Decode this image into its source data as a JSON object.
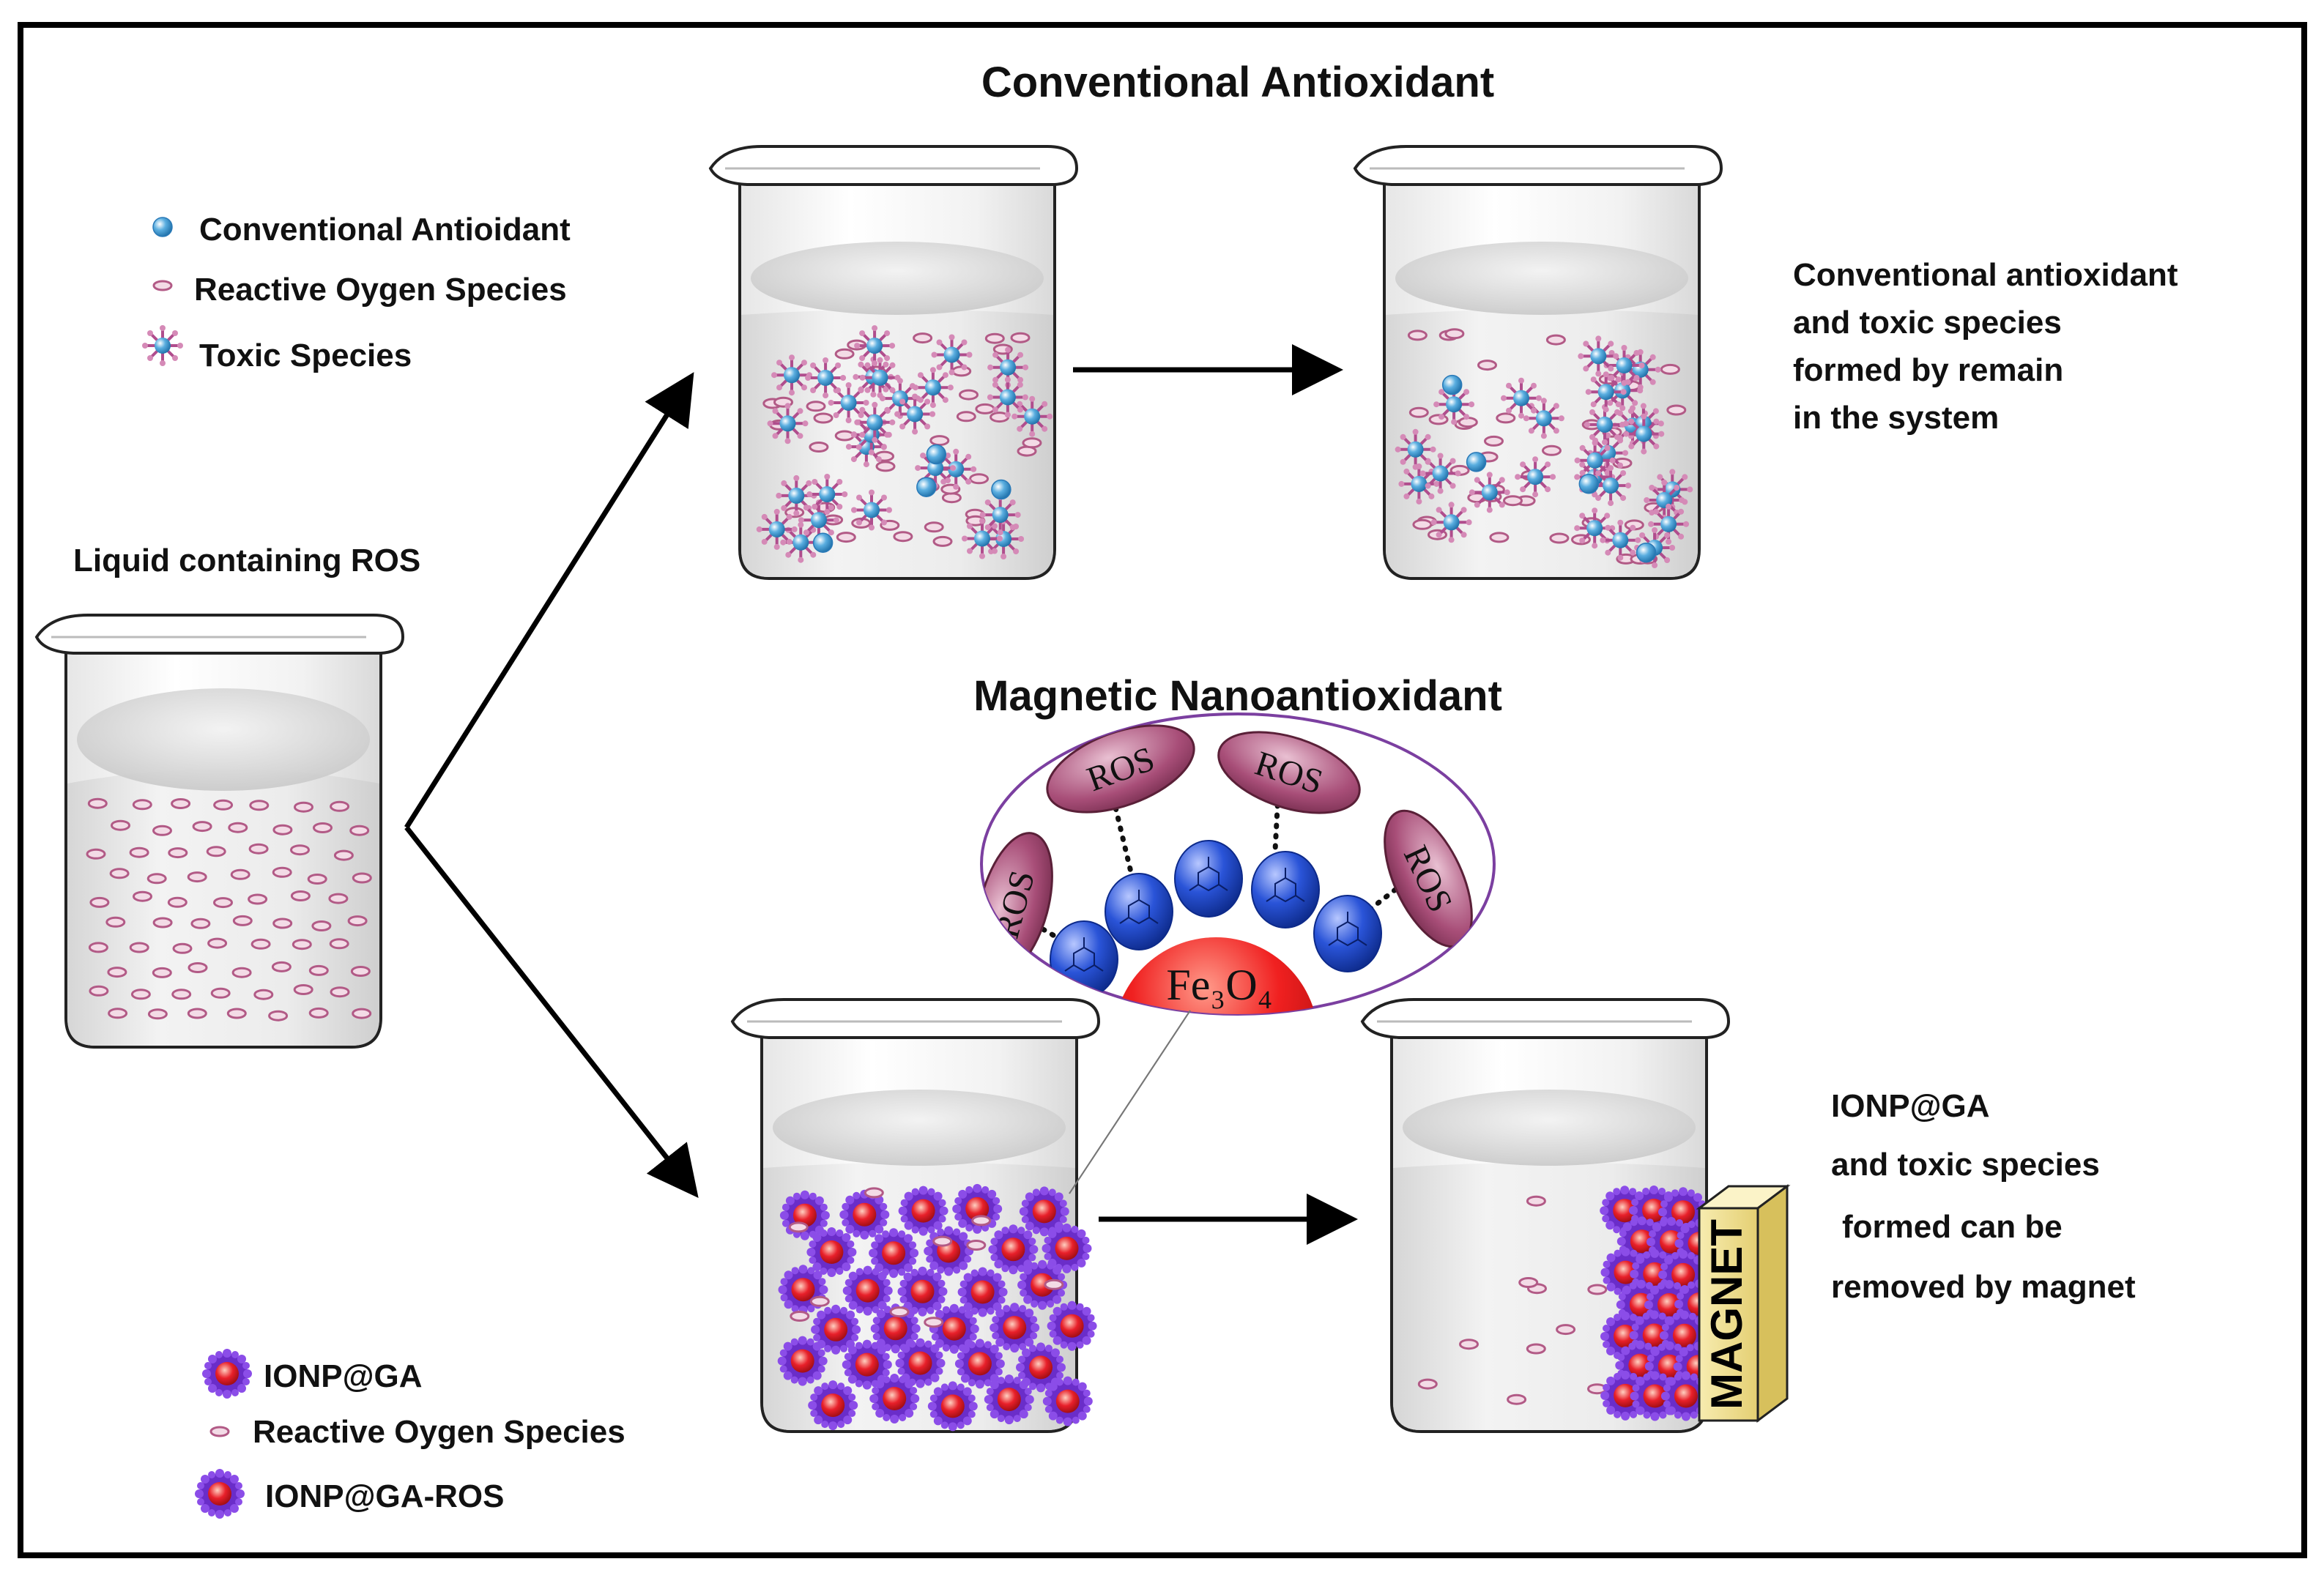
{
  "titles": {
    "conventional": "Conventional Antioxidant",
    "magnetic": "Magnetic Nanoantioxidant"
  },
  "legend_top": {
    "item1": "Conventional Antioidant",
    "item2": "Reactive Oygen Species",
    "item3": "Toxic Species"
  },
  "legend_bottom": {
    "item1": "IONP@GA",
    "item2": "Reactive Oygen Species",
    "item3": "IONP@GA-ROS"
  },
  "beaker_labels": {
    "start": "Liquid containing ROS"
  },
  "caption_top": {
    "line1": "Conventional antioxidant",
    "line2": "and toxic species",
    "line3": "formed by remain",
    "line4": "in the system"
  },
  "caption_bottom": {
    "line1": "IONP@GA",
    "line2": "and toxic species",
    "line3": "formed can be",
    "line4": "removed by magnet"
  },
  "zoom": {
    "ros_label": "ROS",
    "core_label": "Fe₃O₄"
  },
  "magnet_label": "MAGNET",
  "colors": {
    "ros": "#c0759a",
    "conventional_antioxidant": "#5aaee0",
    "toxic_arms": "#b04d8d",
    "ionp_core": "#e8202a",
    "ionp_shell": "#6a2dc9",
    "ga_blue": "#2a54d8",
    "ros_ellipse": "#8e3d63",
    "magnet": "#f3e6a0"
  }
}
